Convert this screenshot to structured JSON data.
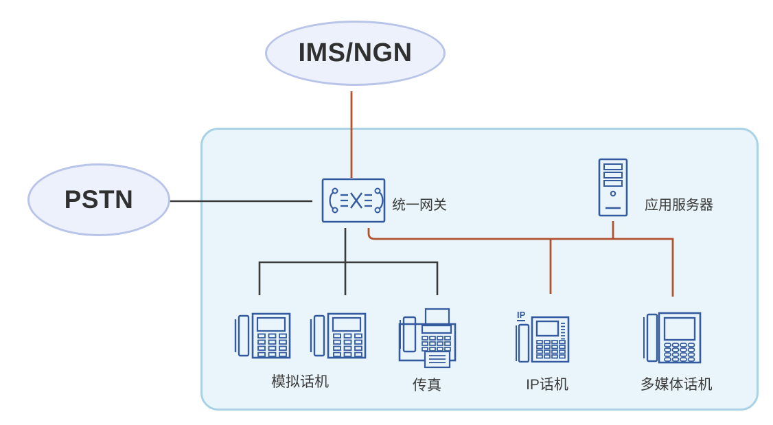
{
  "diagram": {
    "external_networks": [
      {
        "id": "ims-ngn",
        "label": "IMS/NGN"
      },
      {
        "id": "pstn",
        "label": "PSTN"
      }
    ],
    "zone": {
      "gateway": {
        "label": "统一网关",
        "icon": "voice-gateway-icon"
      },
      "app_server": {
        "label": "应用服务器",
        "icon": "server-icon"
      },
      "terminals": [
        {
          "id": "analog-phones",
          "label": "模拟话机",
          "icon": "analog-phone-icon",
          "count": 2
        },
        {
          "id": "fax",
          "label": "传真",
          "icon": "fax-icon",
          "count": 1
        },
        {
          "id": "ip-phone",
          "label": "IP话机",
          "icon": "ip-phone-icon",
          "badge": "IP",
          "count": 1
        },
        {
          "id": "multimedia-phone",
          "label": "多媒体话机",
          "icon": "multimedia-phone-icon",
          "count": 1
        }
      ]
    },
    "connections": [
      {
        "from": "IMS/NGN",
        "to": "统一网关",
        "color": "#b1512e"
      },
      {
        "from": "PSTN",
        "to": "统一网关",
        "color": "#3a3a3a"
      },
      {
        "from": "统一网关",
        "to": "模拟话机",
        "color": "#3a3a3a"
      },
      {
        "from": "统一网关",
        "to": "传真",
        "color": "#3a3a3a"
      },
      {
        "from": "统一网关",
        "to": "IP话机",
        "color": "#b1512e"
      },
      {
        "from": "统一网关",
        "to": "多媒体话机",
        "color": "#b1512e"
      },
      {
        "from": "应用服务器",
        "to": "统一网关",
        "color": "#b1512e"
      }
    ],
    "colors": {
      "ims_link": "#b1512e",
      "pstn_link": "#3a3a3a",
      "device_stroke": "#33599f",
      "zone_fill": "#e9f5fa",
      "zone_border": "#a9d2e6",
      "cloud_fill": "#edf1fb",
      "cloud_border": "#b9c4e9",
      "label_color": "#3b3b3b"
    }
  }
}
